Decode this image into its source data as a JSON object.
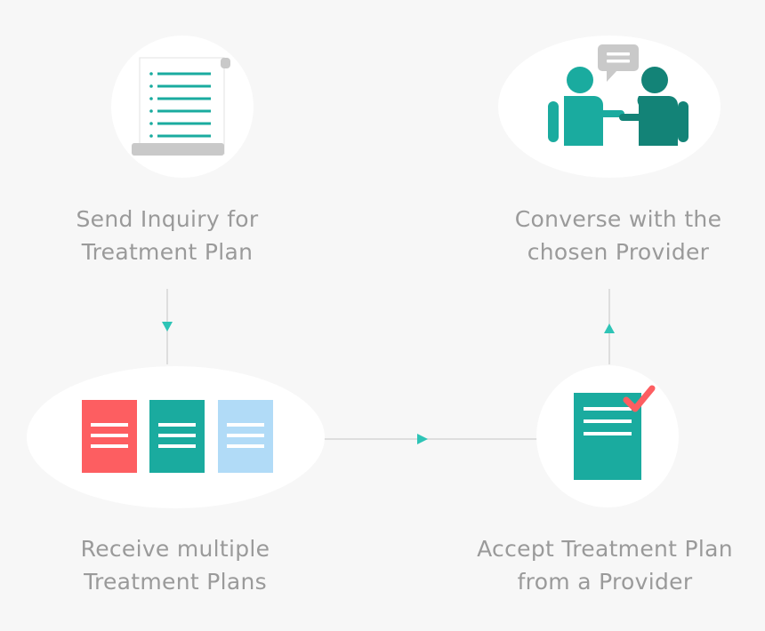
{
  "steps": [
    {
      "id": "inquiry",
      "line1": "Send Inquiry for",
      "line2": "Treatment Plan",
      "icon": "scroll-icon"
    },
    {
      "id": "receive",
      "line1": "Receive multiple",
      "line2": "Treatment Plans",
      "icon": "documents-icon"
    },
    {
      "id": "accept",
      "line1": "Accept Treatment Plan",
      "line2": "from a Provider",
      "icon": "checked-document-icon"
    },
    {
      "id": "converse",
      "line1": "Converse with the",
      "line2": "chosen Provider",
      "icon": "conversation-icon"
    }
  ],
  "colors": {
    "background": "#f7f7f7",
    "blob": "#ffffff",
    "teal": "#1aab9f",
    "dark_teal": "#138377",
    "red": "#fd5e61",
    "light_blue": "#b1dbf7",
    "arrow": "#2ec4b6",
    "line": "#d5d5d5",
    "text": "#9a9a9a",
    "gray": "#c9c9c9"
  }
}
